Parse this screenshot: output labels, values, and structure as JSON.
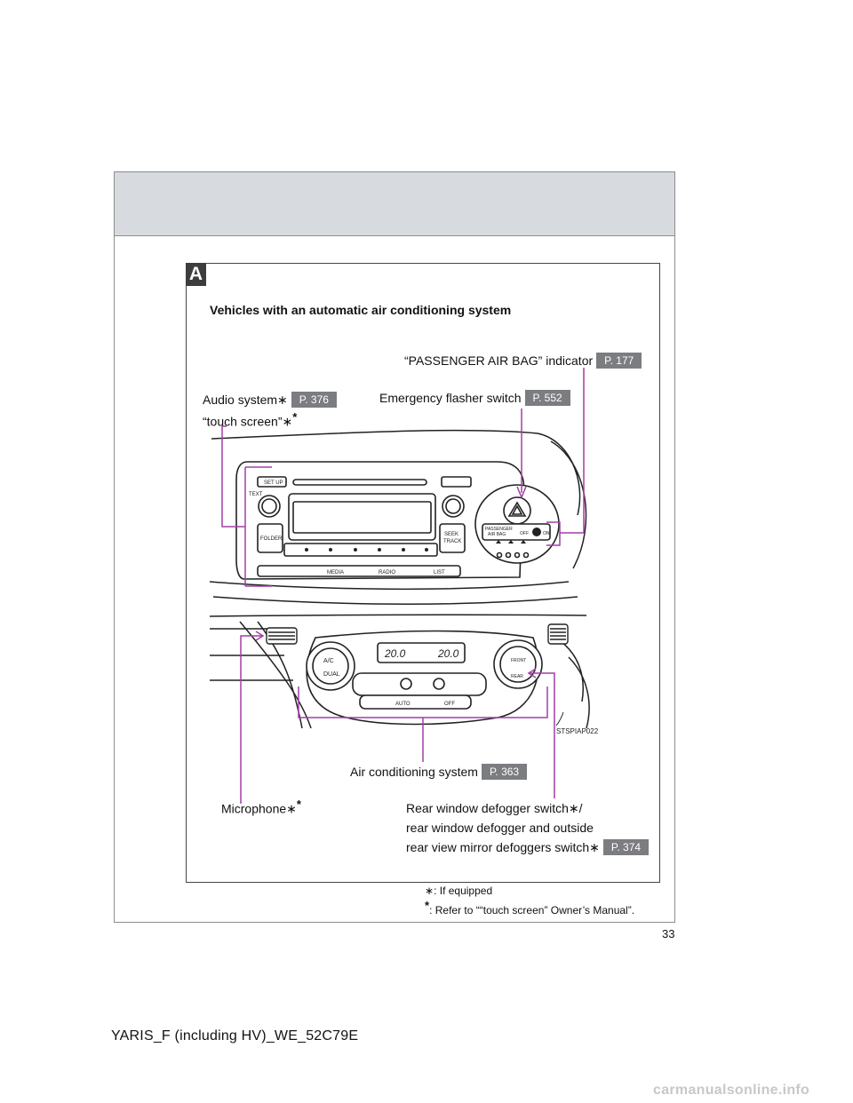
{
  "section": {
    "badge": "A"
  },
  "heading": "Vehicles with an automatic air conditioning system",
  "callouts": {
    "passenger_airbag": {
      "text": "“PASSENGER AIR BAG” indicator",
      "ref": "P. 177"
    },
    "emergency_flasher": {
      "text": "Emergency flasher switch",
      "ref": "P. 552"
    },
    "audio_system": {
      "text": "Audio system",
      "ref": "P. 376",
      "line2": "“touch screen”"
    },
    "air_conditioning": {
      "text": "Air conditioning system",
      "ref": "P. 363"
    },
    "microphone": {
      "text": "Microphone"
    },
    "rear_defogger": {
      "line1": "Rear window defogger switch",
      "line1_suffix": "/",
      "line2": "rear window defogger and outside",
      "line3": "rear view mirror defoggers switch",
      "ref": "P. 374"
    }
  },
  "markers": {
    "asterisk": "∗",
    "superscript": "*"
  },
  "illustration": {
    "code": "STSPIAP022",
    "audio_buttons": {
      "setup": "SET UP",
      "text": "TEXT",
      "folder": "FOLDER",
      "seek": "SEEK",
      "track": "TRACK",
      "media": "MEDIA",
      "radio": "RADIO",
      "list": "LIST"
    },
    "airbag_panel": {
      "line1": "PASSENGER",
      "line2": "AIR BAG",
      "off": "OFF",
      "on": "ON"
    },
    "climate": {
      "temp_left": "20.0",
      "temp_right": "20.0",
      "ac": "A/C",
      "dual": "DUAL",
      "auto": "AUTO",
      "off": "OFF",
      "front": "FRONT",
      "rear": "REAR"
    }
  },
  "notes": {
    "note1": ": If equipped",
    "note2": ": Refer to ““touch screen” Owner’s Manual”."
  },
  "page_number": "33",
  "footer": "YARIS_F (including HV)_WE_52C79E",
  "watermark": "carmanualsonline.info"
}
